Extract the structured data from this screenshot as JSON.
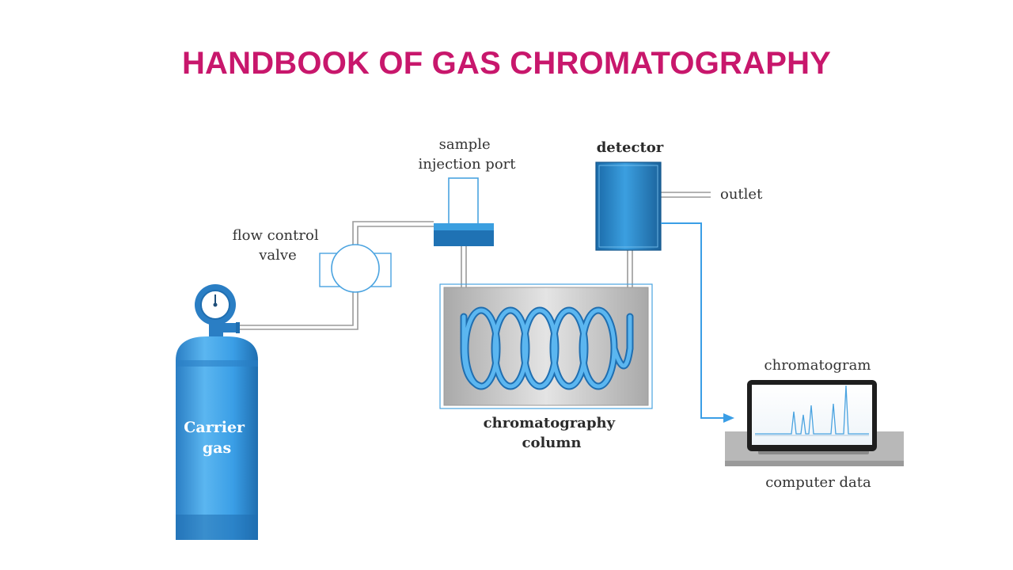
{
  "slide": {
    "title": "HANDBOOK OF GAS CHROMATOGRAPHY"
  },
  "labels": {
    "sample_injection_port": [
      "sample",
      "injection port"
    ],
    "detector": "detector",
    "outlet": "outlet",
    "flow_control_valve": [
      "flow control",
      "valve"
    ],
    "carrier_gas": [
      "Carrier",
      "gas"
    ],
    "chromatography_column": [
      "chromatography",
      "column"
    ],
    "chromatogram": "chromatogram",
    "computer_data": "computer data"
  },
  "colors": {
    "title": "#c8176c",
    "tube": "#2f8fd6",
    "cylinder": "#3a9ee6",
    "oven": "#c9c9c9"
  }
}
